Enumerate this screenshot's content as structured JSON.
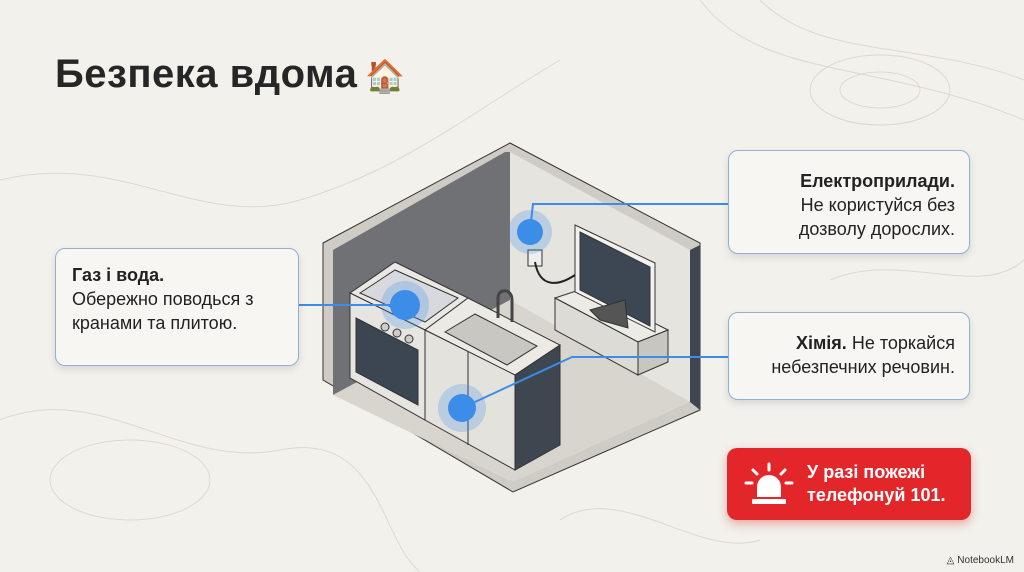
{
  "title": "Безпека вдома",
  "title_emoji": "🏠",
  "callouts": {
    "gas": {
      "heading": "Газ і вода.",
      "text": "Обережно поводься з кранами та плитою."
    },
    "electric": {
      "heading": "Електроприлади.",
      "text": "Не користуйся без дозволу дорослих."
    },
    "chemicals": {
      "heading": "Хімія.",
      "text": "Не торкайся небезпечних речовин."
    }
  },
  "emergency": {
    "text": "У разі пожежі телефонуй 101.",
    "icon": "siren-icon",
    "color": "#e3262a"
  },
  "brand": "NotebookLM",
  "colors": {
    "accent": "#3b8de8",
    "callout_border": "#8fb0d8"
  }
}
